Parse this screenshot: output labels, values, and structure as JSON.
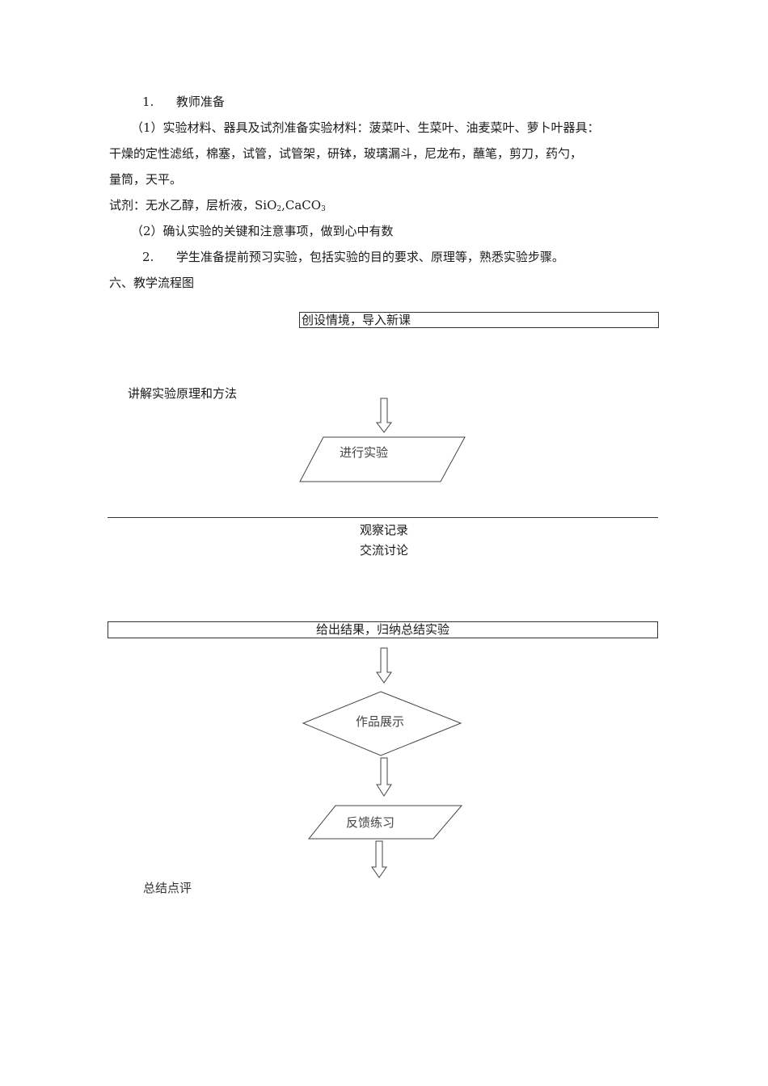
{
  "section5": {
    "item1_label": "1.",
    "item1_title": "教师准备",
    "sub1_text": "（1）实验材料、器具及试剂准备实验材料：菠菜叶、生菜叶、油麦菜叶、萝卜叶器具：",
    "sub1_line2": "干燥的定性滤纸，棉塞，试管，试管架，研钵，玻璃漏斗，尼龙布，蘸笔，剪刀，药勺，",
    "sub1_line3": "量筒，天平。",
    "reagents_prefix": "试剂：无水乙醇，层析液，SiO",
    "reagents_sub1": "2",
    "reagents_mid": ",CaCO",
    "reagents_sub2": "3",
    "sub2_text": "（2）确认实验的关键和注意事项，做到心中有数",
    "item2_label": "2.",
    "item2_text": "学生准备提前预习实验，包括实验的目的要求、原理等，熟悉实验步骤。"
  },
  "section6": {
    "heading": "六、教学流程图"
  },
  "flowchart": {
    "step1": "创设情境，导入新课",
    "step2": "讲解实验原理和方法",
    "step3": "进行实验",
    "step4a": "观察记录",
    "step4b": "交流讨论",
    "step5": "给出结果，归纳总结实验",
    "step6": "作品展示",
    "step7": "反馈练习",
    "step8": "总结点评"
  }
}
